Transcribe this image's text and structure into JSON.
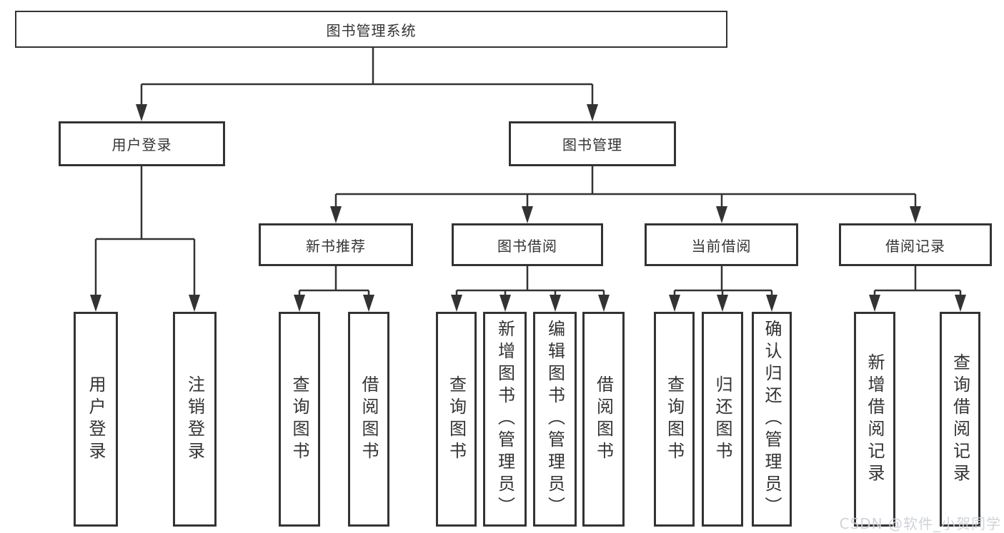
{
  "diagram": {
    "colors": {
      "line": "#333333",
      "text": "#333333",
      "background": "#ffffff",
      "watermark": "#cdd1d8"
    },
    "nodes": {
      "root": {
        "label": "图书管理系统"
      },
      "user_login": {
        "label": "用户登录"
      },
      "book_mgmt": {
        "label": "图书管理"
      },
      "new_book_rec": {
        "label": "新书推荐"
      },
      "book_borrow": {
        "label": "图书借阅"
      },
      "current_borrow": {
        "label": "当前借阅"
      },
      "borrow_record": {
        "label": "借阅记录"
      },
      "leaf_user_login": {
        "label": "用户登录"
      },
      "leaf_logout": {
        "label": "注销登录"
      },
      "leaf_query_book_1": {
        "label": "查询图书"
      },
      "leaf_borrow_book_1": {
        "label": "借阅图书"
      },
      "leaf_query_book_2": {
        "label": "查询图书"
      },
      "leaf_add_book": {
        "label": "新增图书（管理员）"
      },
      "leaf_edit_book": {
        "label": "编辑图书（管理员）"
      },
      "leaf_borrow_book_2": {
        "label": "借阅图书"
      },
      "leaf_query_book_3": {
        "label": "查询图书"
      },
      "leaf_return_book": {
        "label": "归还图书"
      },
      "leaf_confirm_return": {
        "label": "确认归还（管理员）"
      },
      "leaf_add_record": {
        "label": "新增借阅记录"
      },
      "leaf_query_record": {
        "label": "查询借阅记录"
      }
    },
    "watermark": "CSDN @软件_小贺同学"
  }
}
